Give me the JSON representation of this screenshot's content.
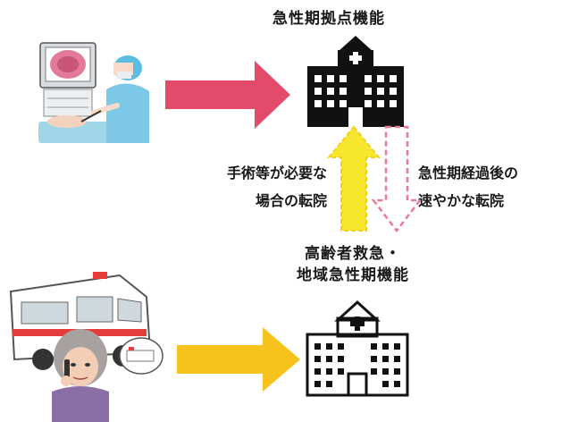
{
  "labels": {
    "advanced_hospital": "急性期拠点機能",
    "local_hospital_line1": "高齢者救急・",
    "local_hospital_line2": "地域急性期機能",
    "transfer_up_line1": "手術等が必要な",
    "transfer_up_line2": "場合の転院",
    "transfer_down_line1": "急性期経過後の",
    "transfer_down_line2": "速やかな転院"
  },
  "icons": {
    "top_left": "surgeon-endoscope-illustration",
    "top_center": "hospital-building-icon",
    "bottom_left": "ambulance-elderly-phone-illustration",
    "bottom_center": "hospital-building-outline-icon"
  },
  "colors": {
    "red_arrow": "#e44a6a",
    "yellow_arrow": "#f7c21b",
    "yellow_up": "#f7e62e",
    "pink_dashed": "#ec7a96"
  }
}
